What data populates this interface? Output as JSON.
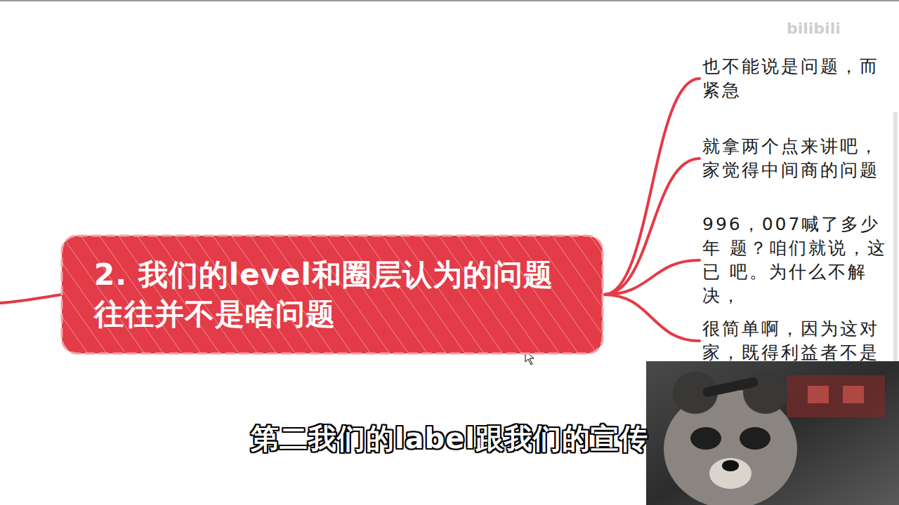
{
  "diagram": {
    "nodes": [
      {
        "text": [
          "2. 我们的level和圈层认为的问题 往往并不是啥问题"
        ]
      },
      {
        "text": [
          "也不能说是问题，而 紧急"
        ]
      },
      {
        "text": [
          "就拿两个点来讲吧， 家觉得中间商的问题"
        ]
      },
      {
        "text": [
          "996，007喊了多少年 题？咱们就说，这已 吧。为什么不解决，"
        ]
      },
      {
        "text": [
          "很简单啊，因为这对 家，既得利益者不是"
        ]
      }
    ],
    "edges": [
      {
        "from": 0,
        "to": 1,
        "arrow": "none"
      },
      {
        "from": 0,
        "to": 2,
        "arrow": "none"
      },
      {
        "from": 0,
        "to": 3,
        "arrow": "none"
      },
      {
        "from": 0,
        "to": 4,
        "arrow": "none"
      }
    ],
    "labels": [
      "第二我们的label跟我们的宣传",
      "bilibili"
    ]
  }
}
